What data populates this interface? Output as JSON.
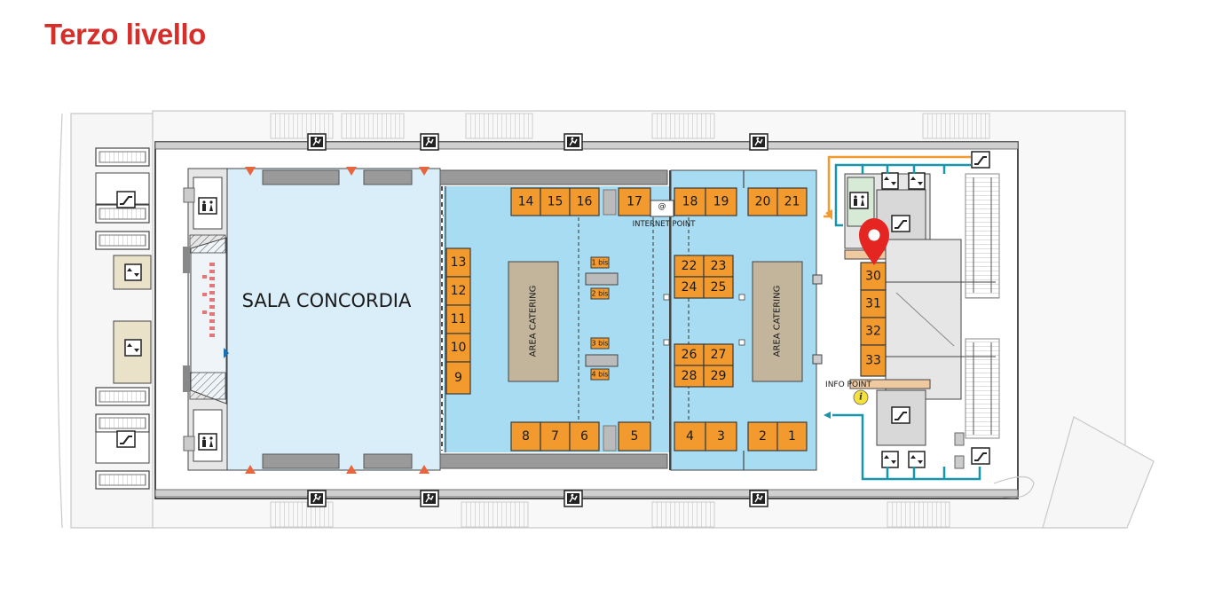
{
  "page_title": "Terzo livello",
  "hall": {
    "name": "SALA CONCORDIA"
  },
  "catering": {
    "left_label": "AREA CATERING",
    "right_label": "AREA CATERING"
  },
  "internet_point": {
    "label": "INTERNET POINT",
    "icon_symbol": "@"
  },
  "info_point": {
    "label": "INFO POINT",
    "icon_symbol": "i"
  },
  "booths": [
    {
      "label": "14"
    },
    {
      "label": "15"
    },
    {
      "label": "16"
    },
    {
      "label": "17"
    },
    {
      "label": "18"
    },
    {
      "label": "19"
    },
    {
      "label": "20"
    },
    {
      "label": "21"
    },
    {
      "label": "13"
    },
    {
      "label": "12"
    },
    {
      "label": "11"
    },
    {
      "label": "10"
    },
    {
      "label": "9"
    },
    {
      "label": "22"
    },
    {
      "label": "23"
    },
    {
      "label": "24"
    },
    {
      "label": "25"
    },
    {
      "label": "26"
    },
    {
      "label": "27"
    },
    {
      "label": "28"
    },
    {
      "label": "29"
    },
    {
      "label": "8"
    },
    {
      "label": "7"
    },
    {
      "label": "6"
    },
    {
      "label": "5"
    },
    {
      "label": "4"
    },
    {
      "label": "3"
    },
    {
      "label": "2"
    },
    {
      "label": "1"
    },
    {
      "label": "30"
    },
    {
      "label": "31"
    },
    {
      "label": "32"
    },
    {
      "label": "33"
    }
  ],
  "bis_booths": [
    {
      "label": "1 bis"
    },
    {
      "label": "2 bis"
    },
    {
      "label": "3 bis"
    },
    {
      "label": "4 bis"
    }
  ],
  "location_marker": {
    "color": "#e52521",
    "at_booth": "30"
  },
  "colors": {
    "title": "#d62e2a",
    "booth": "#f39a2f",
    "exhibition_area": "#a8dcf2",
    "hall_area": "#d9eef8",
    "catering": "#c2b59b",
    "route_teal": "#1596ab",
    "route_orange": "#f39a2f",
    "marker": "#e52521"
  },
  "icons": [
    "emergency-exit-icon",
    "escalator-icon",
    "elevator-icon",
    "restroom-icon",
    "location-pin-icon",
    "info-icon",
    "internet-icon",
    "triangle-marker-icon"
  ]
}
